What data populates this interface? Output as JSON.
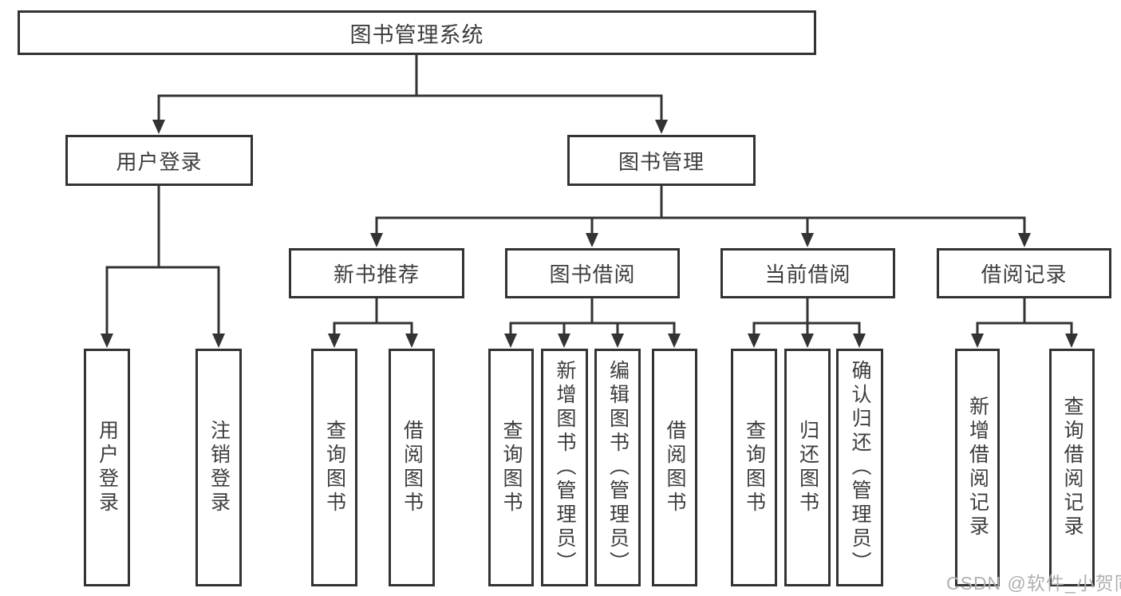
{
  "tree": {
    "root": "图书管理系统",
    "branches": [
      {
        "label": "用户登录",
        "children": [
          {
            "label": "用户登录"
          },
          {
            "label": "注销登录"
          }
        ]
      },
      {
        "label": "图书管理",
        "children": [
          {
            "label": "新书推荐",
            "children": [
              {
                "label": "查询图书"
              },
              {
                "label": "借阅图书"
              }
            ]
          },
          {
            "label": "图书借阅",
            "children": [
              {
                "label": "查询图书"
              },
              {
                "label": "新增图书（管理员）"
              },
              {
                "label": "编辑图书（管理员）"
              },
              {
                "label": "借阅图书"
              }
            ]
          },
          {
            "label": "当前借阅",
            "children": [
              {
                "label": "查询图书"
              },
              {
                "label": "归还图书"
              },
              {
                "label": "确认归还（管理员）"
              }
            ]
          },
          {
            "label": "借阅记录",
            "children": [
              {
                "label": "新增借阅记录"
              },
              {
                "label": "查询借阅记录"
              }
            ]
          }
        ]
      }
    ]
  },
  "watermark": "CSDN @软件_小贺同学",
  "colors": {
    "line": "#333333",
    "text": "#3d3d3d",
    "watermark": "#b0b0b0",
    "background": "#ffffff"
  }
}
